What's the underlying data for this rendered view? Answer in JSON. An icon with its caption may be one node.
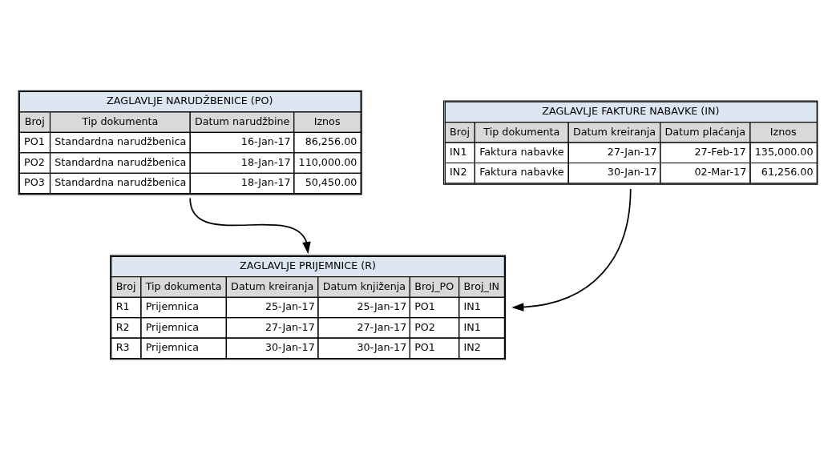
{
  "diagram": {
    "nodes": [
      {
        "text": [
          "ZAGLAVLJE NARUDŽBENICE (PO)",
          "Broj",
          "Tip dokumenta",
          "Datum narudžbine",
          "Iznos",
          "PO1",
          "Standardna narudžbenica",
          "16-Jan-17",
          "86,256.00",
          "PO2",
          "Standardna narudžbenica",
          "18-Jan-17",
          "110,000.00",
          "PO3",
          "Standardna narudžbenica",
          "18-Jan-17",
          "50,450.00"
        ]
      },
      {
        "text": [
          "ZAGLAVLJE FAKTURE NABAVKE (IN)",
          "Broj",
          "Tip dokumenta",
          "Datum kreiranja",
          "Datum plaćanja",
          "Iznos",
          "IN1",
          "Faktura nabavke",
          "27-Jan-17",
          "27-Feb-17",
          "135,000.00",
          "IN2",
          "Faktura nabavke",
          "30-Jan-17",
          "02-Mar-17",
          "61,256.00"
        ]
      },
      {
        "text": [
          "ZAGLAVLJE PRIJEMNICE (R)",
          "Broj",
          "Tip dokumenta",
          "Datum kreiranja",
          "Datum knjiženja",
          "Broj_PO",
          "Broj_IN",
          "R1",
          "Prijemnica",
          "25-Jan-17",
          "25-Jan-17",
          "PO1",
          "IN1",
          "R2",
          "Prijemnica",
          "27-Jan-17",
          "27-Jan-17",
          "PO2",
          "IN1",
          "R3",
          "Prijemnica",
          "30-Jan-17",
          "30-Jan-17",
          "PO1",
          "IN2"
        ]
      }
    ],
    "edges": [
      {
        "from": 0,
        "to": 2,
        "arrow": "to"
      },
      {
        "from": 1,
        "to": 2,
        "arrow": "to"
      }
    ]
  }
}
